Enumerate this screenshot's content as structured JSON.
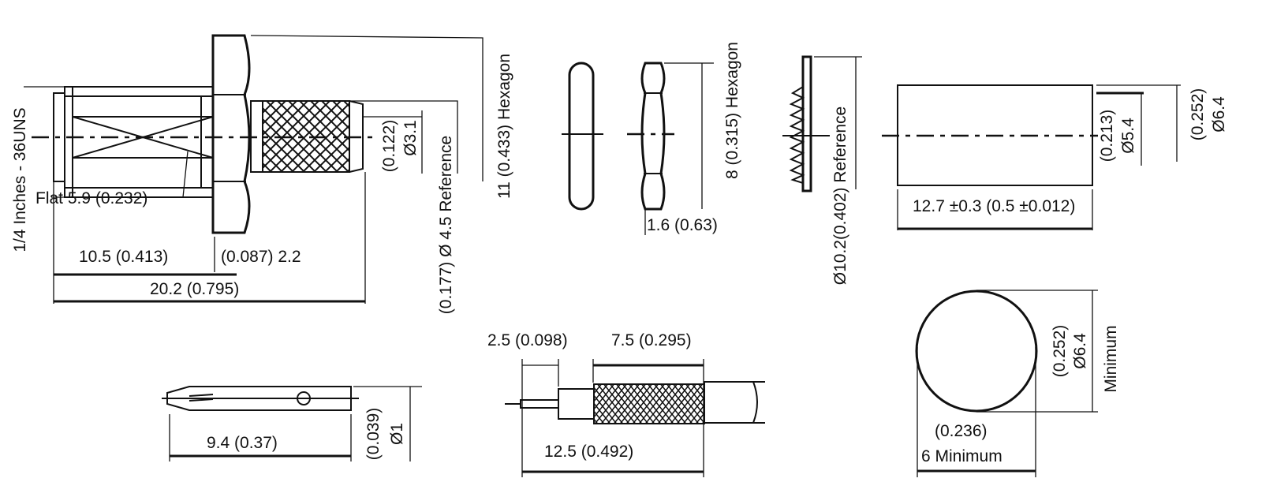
{
  "connector": {
    "thread": "1/4 Inches - 36UNS",
    "flat": "Flat 5.9 (0.232)",
    "len_front": "10.5 (0.413)",
    "len_flange": "(0.087) 2.2",
    "len_total": "20.2 (0.795)",
    "dia_inner_in": "(0.122)",
    "dia_inner_mm": "Ø3.1",
    "dia_ref": "(0.177) Ø 4.5 Reference",
    "hex": "11 (0.433) Hexagon"
  },
  "nut": {
    "hex": "8 (0.315) Hexagon",
    "thickness": "1.6 (0.63)"
  },
  "lock_washer": {
    "dia": "Ø10.2(0.402) Reference"
  },
  "ferrule": {
    "dia_inner_in": "(0.213)",
    "dia_inner_mm": "Ø5.4",
    "dia_outer_in": "(0.252)",
    "dia_outer_mm": "Ø6.4",
    "length": "12.7 ±0.3 (0.5 ±0.012)"
  },
  "circle": {
    "dia_in": "(0.252)",
    "dia_mm": "Ø6.4",
    "minimum": "Minimum",
    "width_in": "(0.236)",
    "width_mm": "6 Minimum"
  },
  "pin": {
    "length": "9.4 (0.37)",
    "dia_in": "(0.039)",
    "dia_mm": "Ø1"
  },
  "cable": {
    "strip_a": "2.5 (0.098)",
    "strip_b": "7.5 (0.295)",
    "strip_total": "12.5 (0.492)"
  }
}
